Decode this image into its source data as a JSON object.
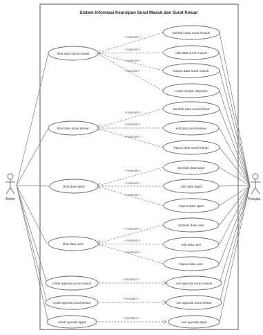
{
  "diagram": {
    "title": "Sistem Informasi Kearsipan Surat Masuk dan Surat Keluar",
    "actors": {
      "admin": "Admin",
      "petugas": "Petugas"
    },
    "use_cases": {
      "lihat_surat_masuk": "lihat data surat masuk",
      "tambah_surat_masuk": "tambah data surat masuk",
      "edit_surat_masuk": "edit data surat masuk",
      "hapus_surat_masuk": "hapus data surat masuk",
      "cetak_disposisi": "cetak lembar disposisi",
      "lihat_surat_keluar": "lihat data surat keluar",
      "tambah_surat_keluar": "tambah data surat keluar",
      "edit_surat_keluar": "edit data surat keluar",
      "hapus_surat_keluar": "hapus data surat keluar",
      "lihat_sppd": "lihat data sppd",
      "tambah_sppd": "tambah data sppd",
      "edit_sppd": "edit data sppd",
      "hapus_sppd": "hapus data sppd",
      "lihat_user": "lihat data user",
      "tambah_user": "tambah data user",
      "edit_user": "edit data user",
      "hapus_user": "hapus data user",
      "cetak_agenda_masuk": "cetak agenda surat masuk",
      "cari_agenda_masuk": "cari agenda surat masuk",
      "cetak_agenda_keluar": "cetak agenda surat keluar",
      "cari_agenda_keluar": "cari agenda surat keluar",
      "cetak_agenda_sppd": "cetak agenda sppd",
      "cari_agenda_sppd": "cari agenda sppd"
    },
    "stereotypes": {
      "extend": "<<extend>>",
      "include": "<<include>>"
    }
  }
}
